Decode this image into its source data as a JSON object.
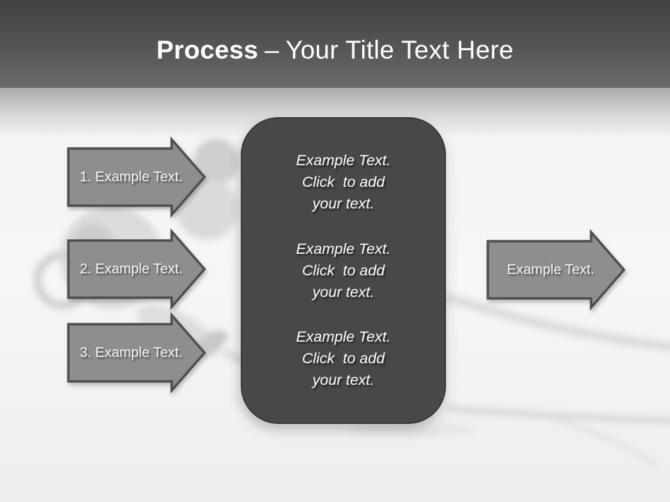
{
  "slide": {
    "title": {
      "primary": "Process",
      "dash": "–",
      "secondary": "Your Title Text Here"
    },
    "steps": [
      {
        "label": "1. Example Text."
      },
      {
        "label": "2. Example Text."
      },
      {
        "label": "3. Example Text."
      }
    ],
    "panel": {
      "blocks": [
        {
          "lines": [
            "Example Text.",
            "Click  to add",
            "your text."
          ]
        },
        {
          "lines": [
            "Example Text.",
            "Click  to add",
            "your text."
          ]
        },
        {
          "lines": [
            "Example Text.",
            "Click  to add",
            "your text."
          ]
        }
      ]
    },
    "output_arrow": {
      "label": "Example Text."
    },
    "colors": {
      "header_dark": "#414143",
      "header_fade": "#ababad",
      "arrow_fill": "#8e8e90",
      "arrow_border": "#4f4f52",
      "panel_fill": "#48484a",
      "panel_border": "#38383b",
      "text_light": "#ffffff",
      "background": "#f3f3f5"
    }
  }
}
